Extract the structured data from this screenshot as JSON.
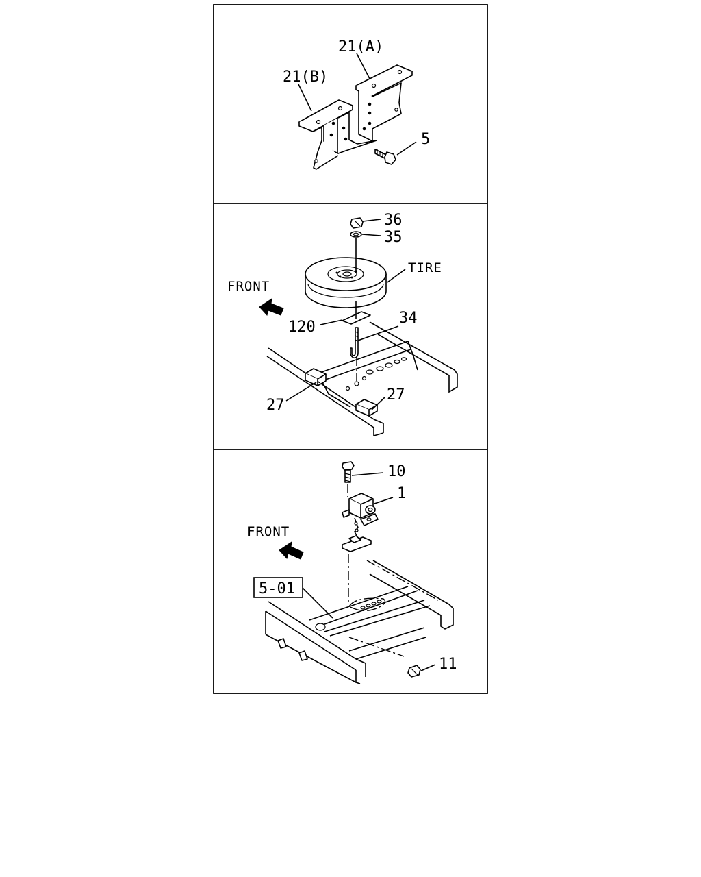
{
  "panels": {
    "top": {
      "labels": {
        "bracket_a": "21(A)",
        "bracket_b": "21(B)",
        "bolt": "5"
      }
    },
    "middle": {
      "labels": {
        "nut": "36",
        "washer": "35",
        "tire": "TIRE",
        "front": "FRONT",
        "plate": "120",
        "hook": "34",
        "stopper_left": "27",
        "stopper_right": "27"
      }
    },
    "bottom": {
      "labels": {
        "bolt": "10",
        "carrier": "1",
        "front": "FRONT",
        "reference": "5-01",
        "nut": "11"
      }
    }
  }
}
